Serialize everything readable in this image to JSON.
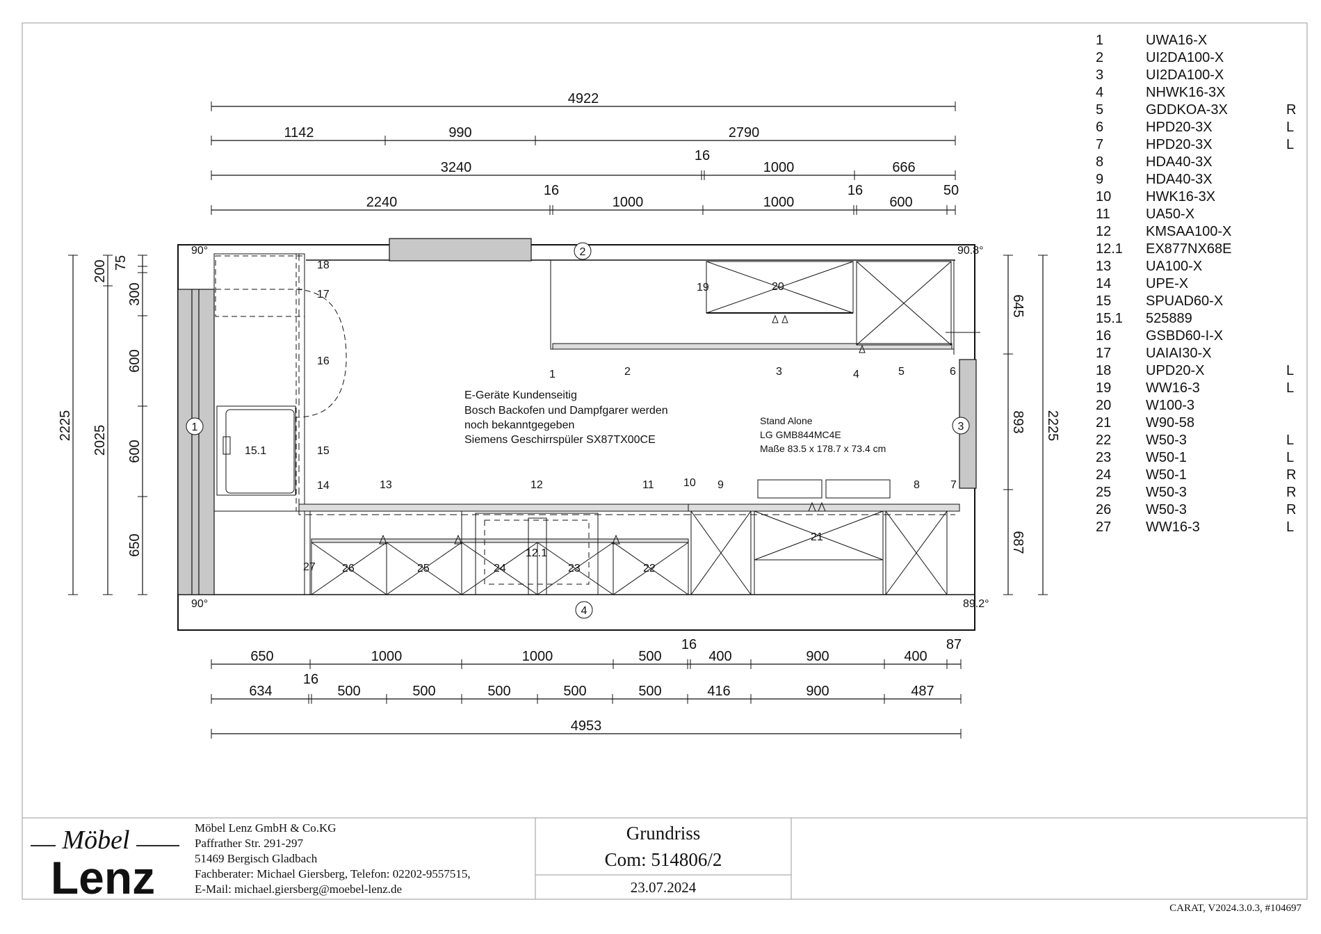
{
  "legend": [
    {
      "num": "1",
      "code": "UWA16-X",
      "side": ""
    },
    {
      "num": "2",
      "code": "UI2DA100-X",
      "side": ""
    },
    {
      "num": "3",
      "code": "UI2DA100-X",
      "side": ""
    },
    {
      "num": "4",
      "code": "NHWK16-3X",
      "side": ""
    },
    {
      "num": "5",
      "code": "GDDKOA-3X",
      "side": "R"
    },
    {
      "num": "6",
      "code": "HPD20-3X",
      "side": "L"
    },
    {
      "num": "7",
      "code": "HPD20-3X",
      "side": "L"
    },
    {
      "num": "8",
      "code": "HDA40-3X",
      "side": ""
    },
    {
      "num": "9",
      "code": "HDA40-3X",
      "side": ""
    },
    {
      "num": "10",
      "code": "HWK16-3X",
      "side": ""
    },
    {
      "num": "11",
      "code": "UA50-X",
      "side": ""
    },
    {
      "num": "12",
      "code": "KMSAA100-X",
      "side": ""
    },
    {
      "num": "12.1",
      "code": "EX877NX68E",
      "side": ""
    },
    {
      "num": "13",
      "code": "UA100-X",
      "side": ""
    },
    {
      "num": "14",
      "code": "UPE-X",
      "side": ""
    },
    {
      "num": "15",
      "code": "SPUAD60-X",
      "side": ""
    },
    {
      "num": "15.1",
      "code": "525889",
      "side": ""
    },
    {
      "num": "16",
      "code": "GSBD60-I-X",
      "side": ""
    },
    {
      "num": "17",
      "code": "UAIAI30-X",
      "side": ""
    },
    {
      "num": "18",
      "code": "UPD20-X",
      "side": "L"
    },
    {
      "num": "19",
      "code": "WW16-3",
      "side": "L"
    },
    {
      "num": "20",
      "code": "W100-3",
      "side": ""
    },
    {
      "num": "21",
      "code": "W90-58",
      "side": ""
    },
    {
      "num": "22",
      "code": "W50-3",
      "side": "L"
    },
    {
      "num": "23",
      "code": "W50-1",
      "side": "L"
    },
    {
      "num": "24",
      "code": "W50-1",
      "side": "R"
    },
    {
      "num": "25",
      "code": "W50-3",
      "side": "R"
    },
    {
      "num": "26",
      "code": "W50-3",
      "side": "R"
    },
    {
      "num": "27",
      "code": "WW16-3",
      "side": "L"
    }
  ],
  "dimensions": {
    "top_total": "4922",
    "top_row1": [
      "1142",
      "990",
      "2790"
    ],
    "top_row2": [
      "3240",
      "16",
      "1000",
      "666"
    ],
    "top_row3": [
      "2240",
      "16",
      "1000",
      "1000",
      "16",
      "600",
      "50"
    ],
    "bottom_row1": [
      "650",
      "1000",
      "1000",
      "500",
      "16",
      "400",
      "900",
      "400",
      "87"
    ],
    "bottom_row2": [
      "634",
      "16",
      "500",
      "500",
      "500",
      "500",
      "500",
      "416",
      "900",
      "487"
    ],
    "bottom_total": "4953",
    "left_outer": "2225",
    "left_mid": "2025",
    "left_inner": [
      "200",
      "75",
      "300",
      "600",
      "600",
      "650"
    ],
    "right_outer": "2225",
    "right_inner": [
      "645",
      "893",
      "687"
    ]
  },
  "angles": {
    "top_left": "90°",
    "top_right": "90.8°",
    "bottom_left": "90°",
    "bottom_right": "89.2°"
  },
  "walls": [
    "1",
    "2",
    "3",
    "4"
  ],
  "item_labels": {
    "18": "18",
    "17": "17",
    "16": "16",
    "15": "15",
    "15.1": "15.1",
    "14": "14",
    "13": "13",
    "12": "12",
    "12.1": "12.1",
    "11": "11",
    "10": "10",
    "9": "9",
    "8": "8",
    "7": "7",
    "6": "6",
    "5": "5",
    "4": "4",
    "3": "3",
    "2": "2",
    "1": "1",
    "19": "19",
    "20": "20",
    "21": "21",
    "22": "22",
    "23": "23",
    "24": "24",
    "25": "25",
    "26": "26",
    "27": "27"
  },
  "notes": {
    "appliances": [
      "E-Geräte Kundenseitig",
      "Bosch Backofen und Dampfgarer werden",
      "noch bekanntgegeben",
      "Siemens Geschirrspüler SX87TX00CE"
    ],
    "standalone": [
      "Stand Alone",
      "LG GMB844MC4E",
      "Maße 83.5 x 178.7 x 73.4 cm"
    ]
  },
  "title_block": {
    "logo_top": "Möbel",
    "logo_bottom": "Lenz",
    "company_lines": [
      "Möbel Lenz GmbH & Co.KG",
      "Paffrather Str. 291-297",
      "51469 Bergisch Gladbach",
      "Fachberater: Michael Giersberg, Telefon: 02202-9557515,",
      "E-Mail: michael.giersberg@moebel-lenz.de"
    ],
    "drawing_title": "Grundriss",
    "commission": "Com: 514806/2",
    "date": "23.07.2024"
  },
  "software": "CARAT,  V2024.3.0.3,  #104697",
  "colors": {
    "wall_fill": "#c8c8c8",
    "line": "#111111",
    "logo_orange": "#e8751a",
    "logo_dark": "#2a2a2a"
  }
}
